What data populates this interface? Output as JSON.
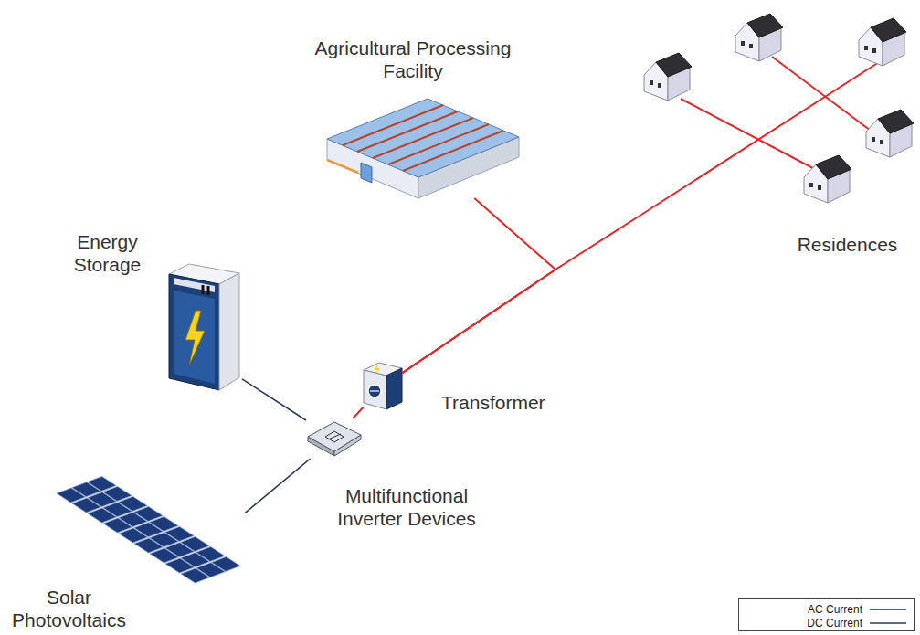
{
  "diagram": {
    "nodes": [
      {
        "text": [
          "Agricultural Processing Facility"
        ]
      },
      {
        "text": [
          "Residences"
        ]
      },
      {
        "text": [
          "Energy Storage"
        ]
      },
      {
        "text": [
          "Transformer"
        ]
      },
      {
        "text": [
          "Multifunctional Inverter Devices"
        ]
      },
      {
        "text": [
          "Solar Photovoltaics"
        ]
      }
    ],
    "edges": [
      {
        "from": 2,
        "to": 4,
        "arrow": "none"
      },
      {
        "from": 5,
        "to": 4,
        "arrow": "none"
      },
      {
        "from": 4,
        "to": 3,
        "arrow": "none"
      },
      {
        "from": 3,
        "to": 0,
        "arrow": "none"
      },
      {
        "from": 3,
        "to": 1,
        "arrow": "none"
      }
    ],
    "legend": [
      {
        "text": "AC Current"
      },
      {
        "text": "DC Current"
      }
    ]
  }
}
